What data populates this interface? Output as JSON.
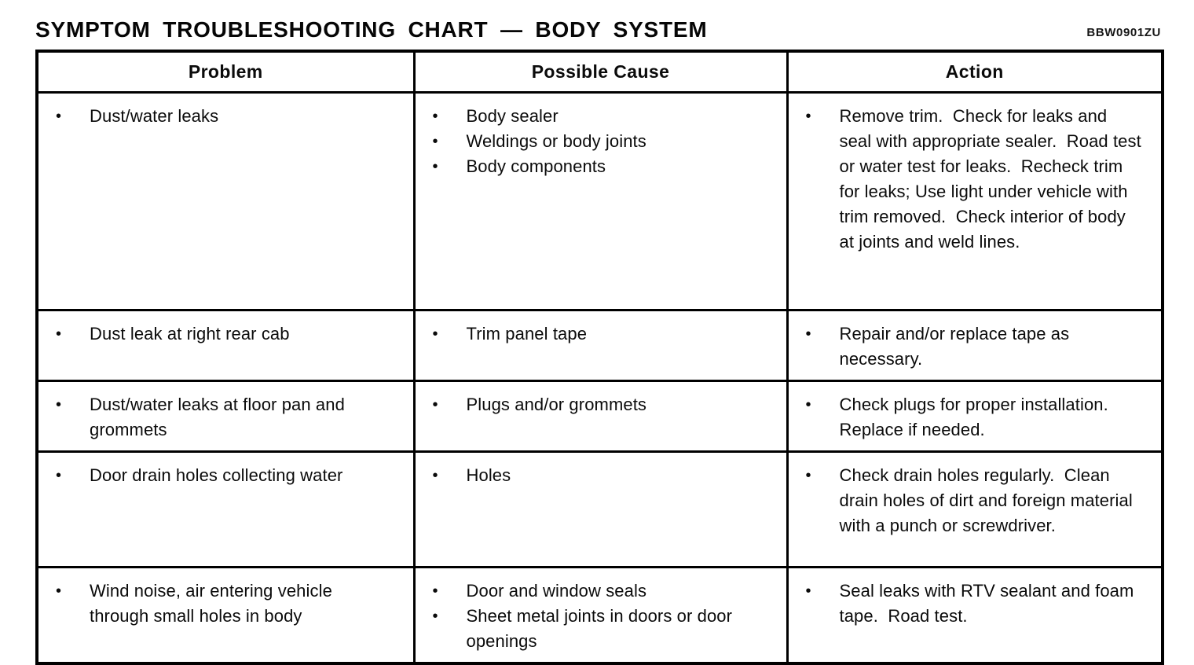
{
  "page": {
    "title": "SYMPTOM TROUBLESHOOTING CHART — BODY SYSTEM",
    "doc_code": "BBW0901ZU"
  },
  "table": {
    "headers": [
      "Problem",
      "Possible Cause",
      "Action"
    ],
    "rows": [
      {
        "problem": [
          "Dust/water leaks"
        ],
        "causes": [
          "Body sealer",
          "Weldings or body joints",
          "Body components"
        ],
        "actions": [
          "Remove trim.  Check for leaks and seal with appropriate sealer.  Road test or water test for leaks.  Recheck trim for leaks; Use light under vehicle with trim removed.  Check interior of body at joints and weld lines."
        ]
      },
      {
        "problem": [
          "Dust leak at right rear cab"
        ],
        "causes": [
          "Trim panel tape"
        ],
        "actions": [
          "Repair and/or replace tape as necessary."
        ]
      },
      {
        "problem": [
          "Dust/water leaks at floor pan and grommets"
        ],
        "causes": [
          "Plugs and/or grommets"
        ],
        "actions": [
          "Check plugs for proper installation.  Replace if needed."
        ]
      },
      {
        "problem": [
          "Door drain holes collecting water"
        ],
        "causes": [
          "Holes"
        ],
        "actions": [
          "Check drain holes regularly.  Clean drain holes of dirt and foreign material with a punch or screwdriver."
        ]
      },
      {
        "problem": [
          "Wind noise, air entering vehicle through small holes in body"
        ],
        "causes": [
          "Door and window seals",
          "Sheet metal joints in doors or door openings"
        ],
        "actions": [
          "Seal leaks with RTV sealant and foam tape.  Road test."
        ]
      }
    ]
  }
}
